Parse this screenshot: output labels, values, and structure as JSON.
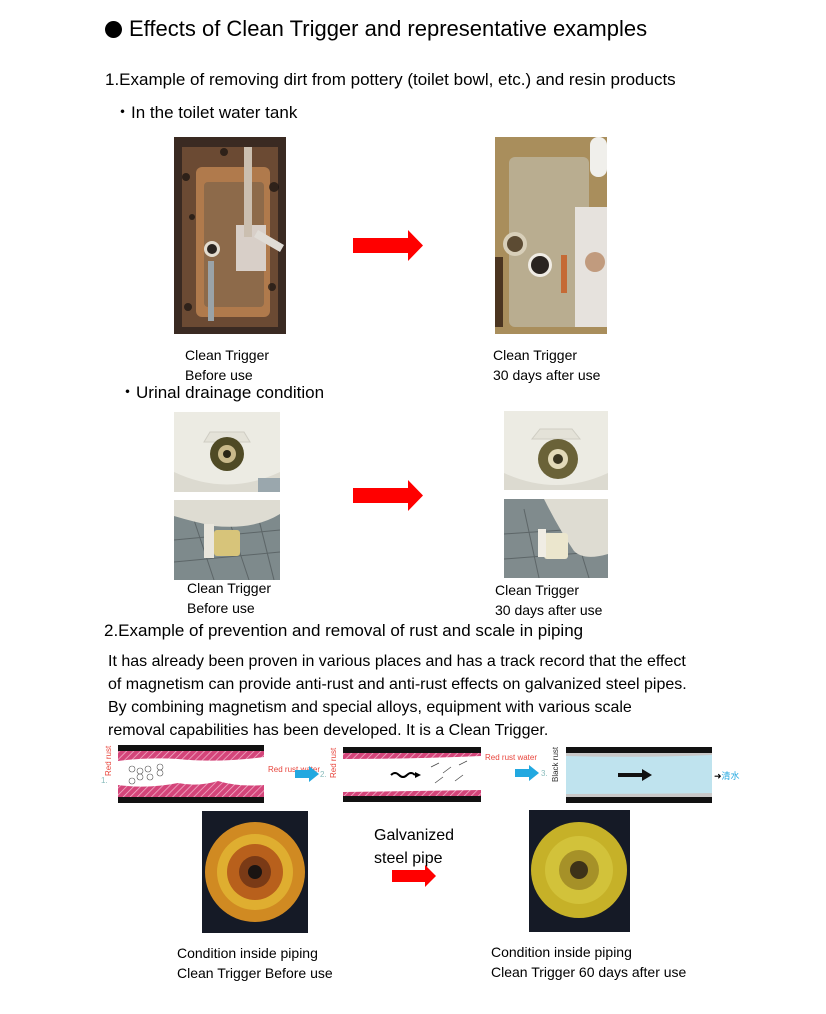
{
  "heading": "Effects of Clean Trigger and representative examples",
  "section1": {
    "title": "1.Example of removing dirt from pottery (toilet bowl, etc.) and resin products",
    "tank": {
      "subtitle": "・In the toilet water tank",
      "before_caption": [
        "Clean Trigger",
        "Before use"
      ],
      "after_caption": [
        "Clean Trigger",
        "30 days after use"
      ]
    },
    "urinal": {
      "subtitle": "・Urinal drainage condition",
      "before_caption": [
        "Clean Trigger",
        "Before use"
      ],
      "after_caption": [
        "Clean Trigger",
        "30 days after use"
      ]
    }
  },
  "section2": {
    "title": "2.Example of prevention and removal of rust and scale in piping",
    "paragraph": [
      "It has already been proven in various places and has a track record that the effect",
      "of magnetism can provide anti-rust and anti-rust effects on galvanized steel pipes.",
      "By combining magnetism and special alloys, equipment with various scale",
      "removal capabilities has been developed. It is a Clean Trigger."
    ],
    "diagram": {
      "stage1": {
        "number": "1.",
        "side_label": "Red rust",
        "out_label": "Red rust water"
      },
      "stage2": {
        "number": "2.",
        "side_label": "Red rust",
        "out_label": "Red rust water"
      },
      "stage3": {
        "number": "3.",
        "side_label": "Black rust",
        "out_label": "清水"
      }
    },
    "pipe_label": [
      "Galvanized",
      "steel pipe"
    ],
    "before_caption": [
      "Condition inside piping",
      "Clean Trigger Before use"
    ],
    "after_caption": [
      "Condition inside piping",
      "Clean Trigger 60 days after use"
    ]
  },
  "colors": {
    "arrow_red": "#ff0000",
    "flow_blue": "#22a8e0",
    "rust_pink": "#d4457a",
    "clean_water": "#bfe3ee"
  }
}
